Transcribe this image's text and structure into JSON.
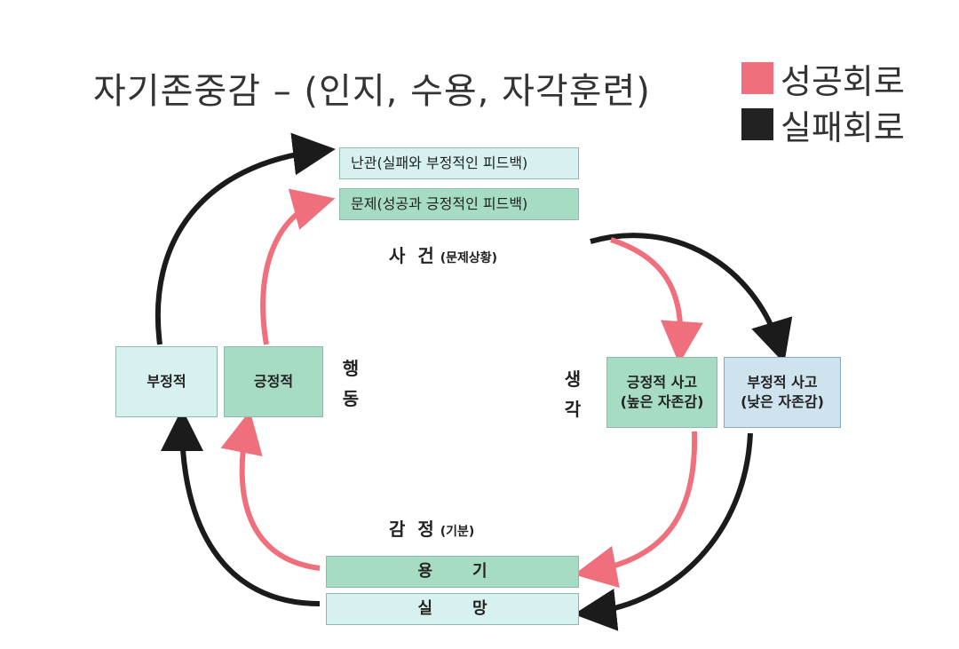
{
  "title": "자기존중감 – (인지, 수용, 자각훈련)",
  "legend": {
    "success": {
      "label": "성공회로",
      "color": "#ef6f7c"
    },
    "failure": {
      "label": "실패회로",
      "color": "#222222"
    }
  },
  "event": {
    "box_failure": "난관(실패와 부정적인 피드백)",
    "box_success": "문제(성공과 긍정적인 피드백)",
    "label": "사  건",
    "sub": "(문제상황)"
  },
  "behavior": {
    "label": "행동",
    "negative": "부정적",
    "positive": "긍정적"
  },
  "thought": {
    "label": "생각",
    "positive_line1": "긍정적 사고",
    "positive_line2": "(높은 자존감)",
    "negative_line1": "부정적 사고",
    "negative_line2": "(낮은 자존감)"
  },
  "emotion": {
    "label": "감  정",
    "sub": "(기분)",
    "courage_a": "용",
    "courage_b": "기",
    "despair_a": "실",
    "despair_b": "망"
  },
  "colors": {
    "success_arrow": "#ef6f7c",
    "failure_arrow": "#1b1b1b",
    "box_light": "#d6f1ef",
    "box_green": "#a7dcc4",
    "box_blue": "#cfe3ee"
  }
}
